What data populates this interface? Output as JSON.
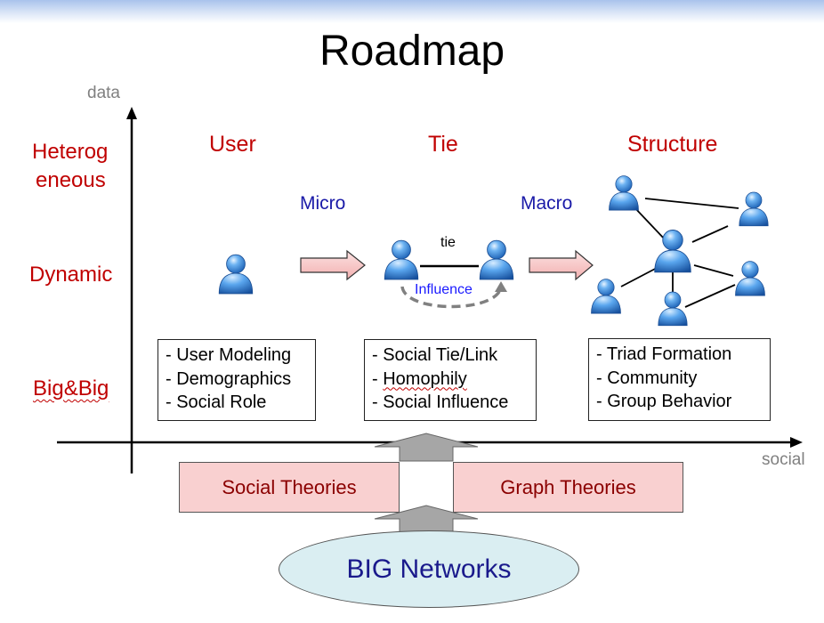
{
  "title": "Roadmap",
  "axes": {
    "y_label": "data",
    "x_label": "social"
  },
  "row_labels": {
    "heterogeneous_line1": "Heterog",
    "heterogeneous_line2": "eneous",
    "dynamic": "Dynamic",
    "bigbig": "Big&Big"
  },
  "column_labels": {
    "user": "User",
    "tie": "Tie",
    "structure": "Structure"
  },
  "flow_labels": {
    "micro": "Micro",
    "macro": "Macro"
  },
  "tie_diagram": {
    "tie_label": "tie",
    "influence_label": "Influence"
  },
  "boxes": {
    "user": [
      "- User Modeling",
      "- Demographics",
      "- Social Role"
    ],
    "tie": [
      "- Social Tie/Link",
      "Homophily",
      "- Social Influence"
    ],
    "tie_prefix": "- ",
    "structure": [
      "- Triad Formation",
      "- Community",
      "- Group Behavior"
    ]
  },
  "theories": {
    "social": "Social Theories",
    "graph": "Graph Theories"
  },
  "source": "BIG Networks",
  "colors": {
    "row_label": "#c00000",
    "flow_label": "#1a1aa8",
    "theory_fill": "#f9d0d0",
    "source_fill": "#daeef2",
    "person_blue": "#2f7fd8"
  },
  "icons": [
    "person-icon",
    "right-arrow-icon",
    "up-arrow-icon"
  ]
}
